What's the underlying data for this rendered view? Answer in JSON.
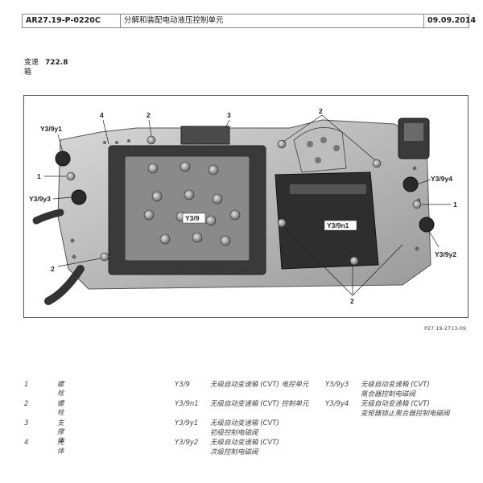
{
  "header": {
    "code": "AR27.19-P-0220C",
    "title": "分解和装配电动液压控制单元",
    "date": "09.09.2014"
  },
  "subject": {
    "label_line1": "变速",
    "label_line2": "箱",
    "value": "722.8"
  },
  "figure": {
    "reference": "P27.19-2713-09",
    "callouts": {
      "y3_9y1": "Y3/9y1",
      "y3_9y3": "Y3/9y3",
      "y3_9y4": "Y3/9y4",
      "y3_9y2": "Y3/9y2",
      "y3_9": "Y3/9",
      "y3_9n1": "Y3/9n1",
      "n1": "1",
      "n2": "2",
      "n3": "3",
      "n4": "4"
    }
  },
  "legend": {
    "left": [
      {
        "num": "1",
        "text": "螺栓"
      },
      {
        "num": "2",
        "text": "螺栓"
      },
      {
        "num": "3",
        "text": "支撑体"
      },
      {
        "num": "4",
        "text": "壳体"
      }
    ],
    "middle": [
      {
        "code": "Y3/9",
        "line1": "无级自动变速箱 (CVT) 电控单元",
        "line2": ""
      },
      {
        "code": "Y3/9n1",
        "line1": "无级自动变速箱 (CVT) 控制单元",
        "line2": ""
      },
      {
        "code": "Y3/9y1",
        "line1": "无级自动变速箱 (CVT)",
        "line2": "初级控制电磁阀"
      },
      {
        "code": "Y3/9y2",
        "line1": "无级自动变速箱 (CVT)",
        "line2": "次级控制电磁阀"
      }
    ],
    "right": [
      {
        "code": "Y3/9y3",
        "line1": "无级自动变速箱 (CVT)",
        "line2": "离合器控制电磁阀"
      },
      {
        "code": "Y3/9y4",
        "line1": "无级自动变速箱 (CVT)",
        "line2": "变矩器锁止离合器控制电磁阀"
      }
    ]
  }
}
